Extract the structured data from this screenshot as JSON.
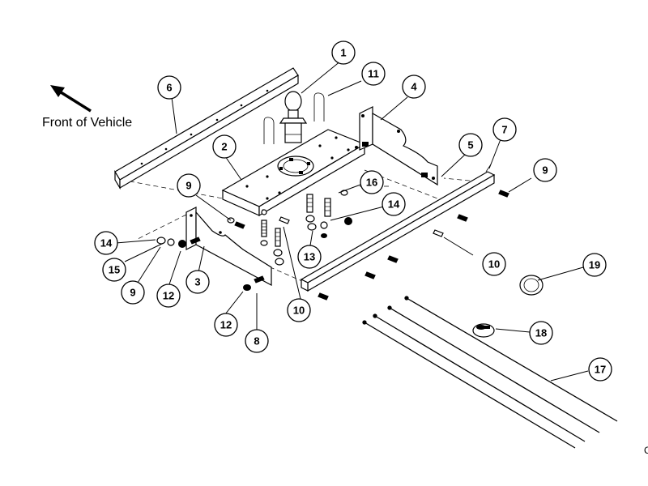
{
  "front_label": "Front of Vehicle",
  "callouts": [
    "1",
    "2",
    "3",
    "4",
    "5",
    "6",
    "7",
    "8",
    "9",
    "9",
    "9",
    "10",
    "10",
    "11",
    "12",
    "12",
    "13",
    "14",
    "14",
    "15",
    "16",
    "17",
    "18",
    "19"
  ],
  "edge_fragment": "C",
  "colors": {
    "line": "#000000",
    "background": "#ffffff"
  }
}
